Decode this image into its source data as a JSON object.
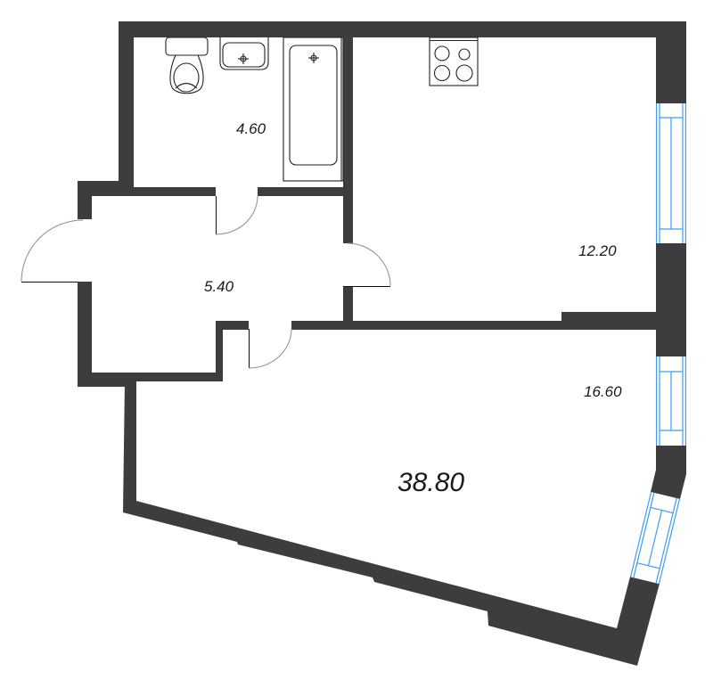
{
  "plan": {
    "rooms": [
      {
        "id": "bathroom",
        "area": "4.60"
      },
      {
        "id": "kitchen",
        "area": "12.20"
      },
      {
        "id": "hallway",
        "area": "5.40"
      },
      {
        "id": "living-room",
        "area": "16.60"
      }
    ],
    "total_area": "38.80"
  },
  "fixtures": {
    "bathroom": [
      "toilet-icon",
      "sink-icon",
      "bathtub-icon"
    ],
    "kitchen": [
      "stove-icon"
    ]
  },
  "openings": {
    "doors": [
      "entrance-door",
      "bathroom-door",
      "kitchen-door",
      "living-room-door"
    ],
    "windows": [
      "kitchen-window",
      "living-room-window",
      "living-room-corner-window"
    ]
  },
  "colors": {
    "wall": "#3d3d3d",
    "window": "#3d9df2",
    "fixture": "#222222",
    "door-arc": "#8c8c8c",
    "background": "#ffffff",
    "label": "#1a1a1a"
  }
}
